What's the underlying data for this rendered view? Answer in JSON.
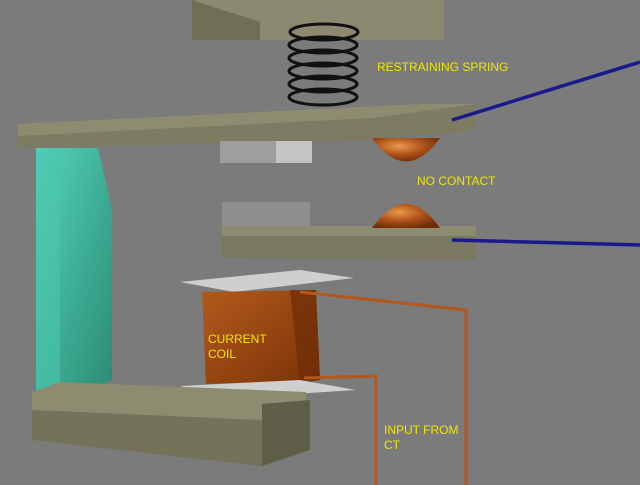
{
  "labels": {
    "restraining_spring": "RESTRAINING SPRING",
    "no_contact": "NO CONTACT",
    "current_coil": [
      "CURRENT",
      "COIL"
    ],
    "input_from_ct": [
      "INPUT FROM",
      "CT"
    ]
  },
  "colors": {
    "background": "#7b7b7b",
    "label_text": "#f2e600",
    "plate": "#7d7b62",
    "plate_top": "#8e8c70",
    "yoke": "#3fb59d",
    "coil": "#a04a10",
    "contact": "#c2601a",
    "lead_wire": "#1a1a8c",
    "ct_wire": "#b5561b",
    "spring": "#111111"
  }
}
